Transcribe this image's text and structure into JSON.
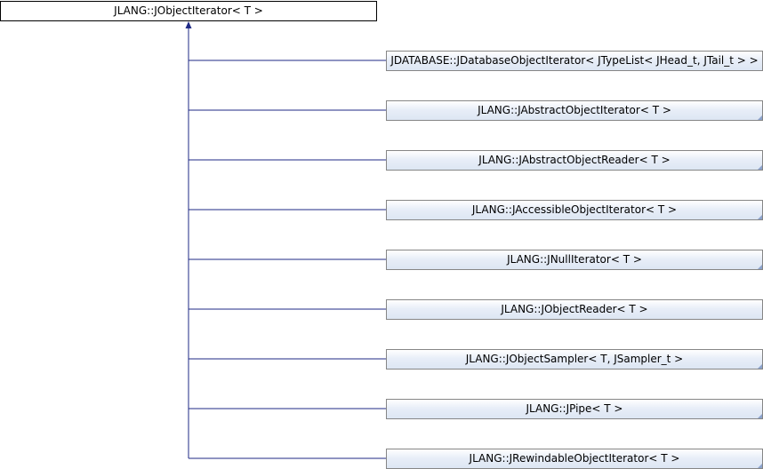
{
  "diagram": {
    "base_class": "JLANG::JObjectIterator< T >",
    "derived_classes": [
      "JDATABASE::JDatabaseObjectIterator< JTypeList< JHead_t, JTail_t > >",
      "JLANG::JAbstractObjectIterator< T >",
      "JLANG::JAbstractObjectReader< T >",
      "JLANG::JAccessibleObjectIterator< T >",
      "JLANG::JNullIterator< T >",
      "JLANG::JObjectReader< T >",
      "JLANG::JObjectSampler< T, JSampler_t >",
      "JLANG::JPipe< T >",
      "JLANG::JRewindableObjectIterator< T >"
    ],
    "colors": {
      "edge": "#1f2a86",
      "node_border": "#868686",
      "corner": "#8ba2cc"
    }
  }
}
